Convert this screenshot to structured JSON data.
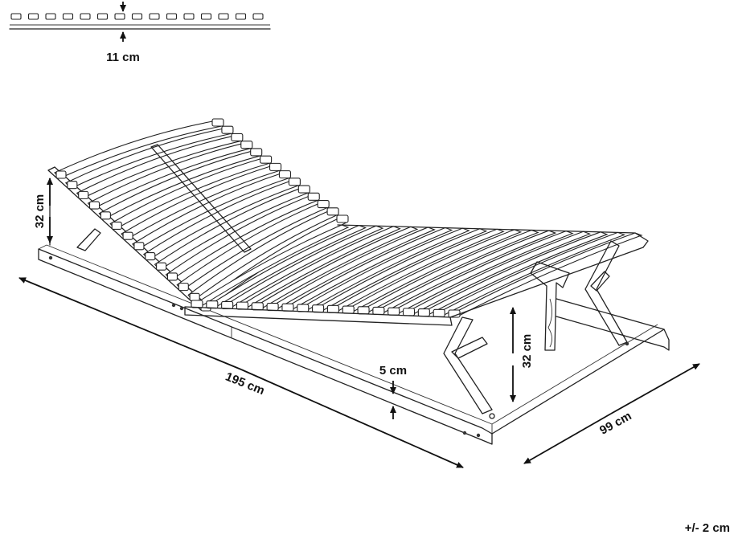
{
  "diagram": {
    "slat_height": "11 cm",
    "head_height": "32 cm",
    "leg_height": "32 cm",
    "frame_height": "5 cm",
    "length": "195 cm",
    "width": "99 cm",
    "tolerance": "+/- 2 cm"
  }
}
